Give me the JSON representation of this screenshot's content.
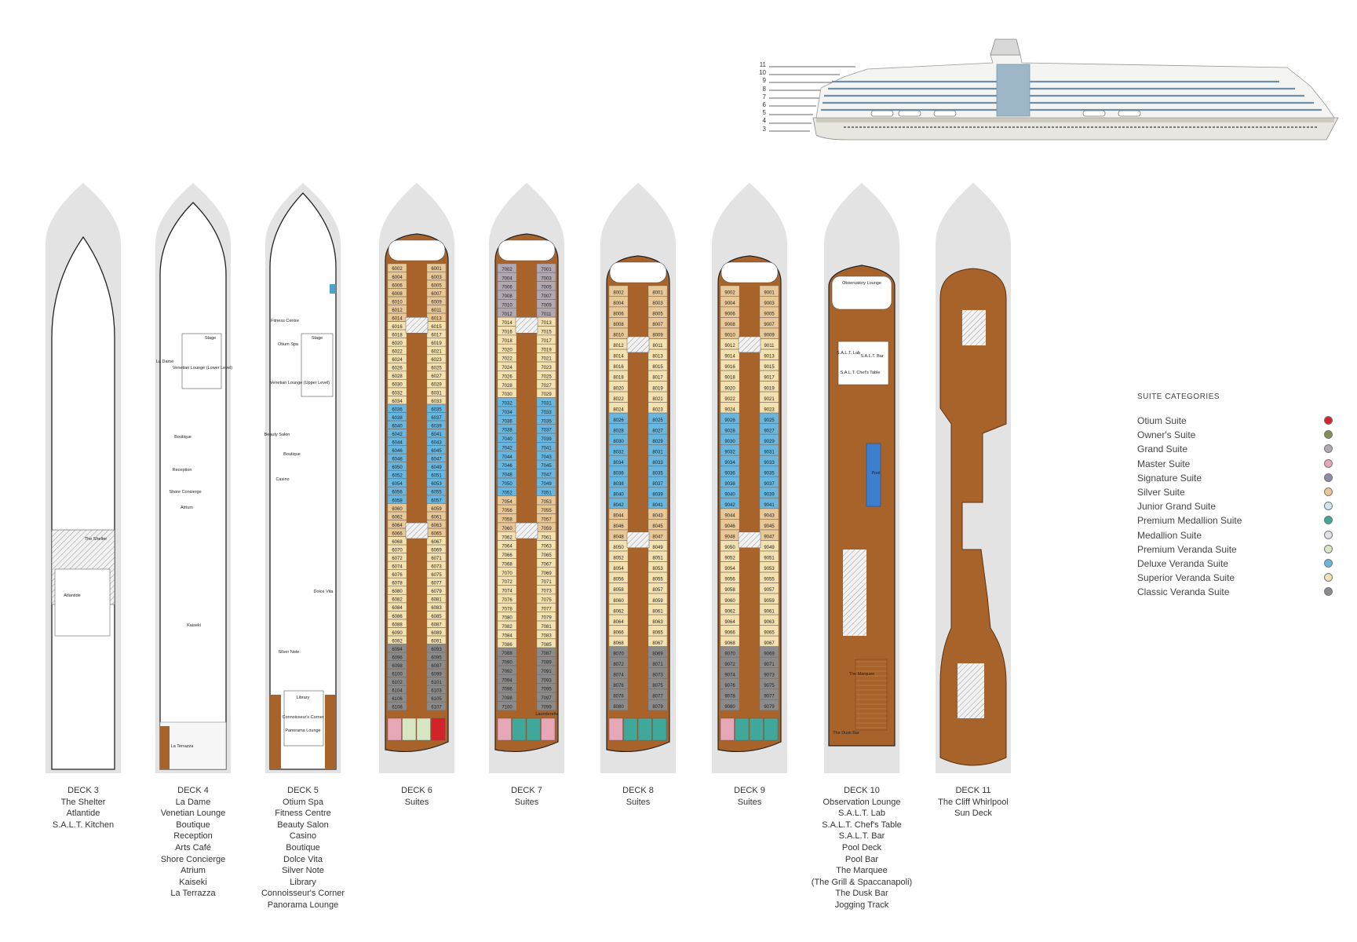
{
  "ship_deck_numbers": [
    "11",
    "10",
    "9",
    "8",
    "7",
    "6",
    "5",
    "4",
    "3"
  ],
  "decks": [
    {
      "id": "deck-3",
      "title": "DECK 3",
      "lines": [
        "The Shelter",
        "Atlantide",
        "S.A.L.T. Kitchen"
      ],
      "plan_labels": [
        "The Shelter",
        "Atlantide"
      ]
    },
    {
      "id": "deck-4",
      "title": "DECK 4",
      "lines": [
        "La Dame",
        "Venetian Lounge",
        "Boutique",
        "Reception",
        "Arts Café",
        "Shore Concierge",
        "Atrium",
        "Kaiseki",
        "La Terrazza"
      ],
      "plan_labels": [
        "Stage",
        "La Dame",
        "Venetian Lounge (Lower Level)",
        "Boutique",
        "Reception",
        "Shore Concierge",
        "Atrium",
        "Kaiseki",
        "La Terrazza"
      ]
    },
    {
      "id": "deck-5",
      "title": "DECK 5",
      "lines": [
        "Otium Spa",
        "Fitness Centre",
        "Beauty Salon",
        "Casino",
        "Boutique",
        "Dolce Vita",
        "Silver Note",
        "Library",
        "Connoisseur's Corner",
        "Panorama Lounge"
      ],
      "plan_labels": [
        "Fitness Centre",
        "Stage",
        "Otium Spa",
        "Venetian Lounge (Upper Level)",
        "Beauty Salon",
        "Boutique",
        "Casino",
        "Dolce Vita",
        "Silver Note",
        "Library",
        "Connoisseur's Corner",
        "Panorama Lounge"
      ]
    },
    {
      "id": "deck-6",
      "title": "DECK 6",
      "lines": [
        "Suites"
      ],
      "plan_labels": []
    },
    {
      "id": "deck-7",
      "title": "DECK 7",
      "lines": [
        "Suites"
      ],
      "plan_labels": [
        "Launderette"
      ]
    },
    {
      "id": "deck-8",
      "title": "DECK 8",
      "lines": [
        "Suites"
      ],
      "plan_labels": []
    },
    {
      "id": "deck-9",
      "title": "DECK 9",
      "lines": [
        "Suites"
      ],
      "plan_labels": []
    },
    {
      "id": "deck-10",
      "title": "DECK 10",
      "lines": [
        "Observation Lounge",
        "S.A.L.T. Lab",
        "S.A.L.T. Chef's Table",
        "S.A.L.T. Bar",
        "Pool Deck",
        "Pool Bar",
        "The Marquee",
        "(The Grill & Spaccanapoli)",
        "The Dusk Bar",
        "Jogging Track"
      ],
      "plan_labels": [
        "Observatory Lounge",
        "S.A.L.T. Lab",
        "S.A.L.T. Bar",
        "S.A.L.T. Chef's Table",
        "Pool",
        "The Marquee",
        "The Dusk Bar"
      ]
    },
    {
      "id": "deck-11",
      "title": "DECK 11",
      "lines": [
        "The Cliff Whirlpool",
        "Sun Deck"
      ],
      "plan_labels": []
    }
  ],
  "legend": {
    "title": "SUITE CATEGORIES",
    "items": [
      {
        "label": "Otium Suite",
        "color": "#d2232a"
      },
      {
        "label": "Owner's Suite",
        "color": "#7f8f5a"
      },
      {
        "label": "Grand Suite",
        "color": "#b2a8b3"
      },
      {
        "label": "Master Suite",
        "color": "#e8a7b6"
      },
      {
        "label": "Signature Suite",
        "color": "#8e89a8"
      },
      {
        "label": "Silver Suite",
        "color": "#e9c898"
      },
      {
        "label": "Junior Grand Suite",
        "color": "#cfe6f0"
      },
      {
        "label": "Premium Medallion Suite",
        "color": "#40a89a"
      },
      {
        "label": "Medallion Suite",
        "color": "#e3dfe6"
      },
      {
        "label": "Premium Veranda Suite",
        "color": "#d7e6c2"
      },
      {
        "label": "Deluxe Veranda Suite",
        "color": "#67b7e0"
      },
      {
        "label": "Superior Veranda Suite",
        "color": "#f3e1b0"
      },
      {
        "label": "Classic Veranda Suite",
        "color": "#8b8b8b"
      }
    ]
  },
  "suite_numbers": {
    "deck-6": {
      "port": [
        "6002",
        "6004",
        "6006",
        "6008",
        "6010",
        "6012",
        "6014",
        "6016",
        "6018",
        "6020",
        "6022",
        "6024",
        "6026",
        "6028",
        "6030",
        "6032",
        "6034",
        "6036",
        "6038",
        "6040",
        "6042",
        "6044",
        "6046",
        "6048",
        "6050",
        "6052",
        "6054",
        "6056",
        "6058",
        "6060",
        "6062",
        "6064",
        "6066",
        "6068",
        "6070",
        "6072",
        "6074",
        "6076",
        "6078",
        "6080",
        "6082",
        "6084",
        "6086",
        "6088",
        "6090",
        "6092",
        "6094",
        "6096",
        "6098",
        "6100",
        "6102",
        "6104",
        "6106",
        "6108"
      ],
      "starboard": [
        "6001",
        "6003",
        "6005",
        "6007",
        "6009",
        "6011",
        "6013",
        "6015",
        "6017",
        "6019",
        "6021",
        "6023",
        "6025",
        "6027",
        "6029",
        "6031",
        "6033",
        "6035",
        "6037",
        "6039",
        "6041",
        "6043",
        "6045",
        "6047",
        "6049",
        "6051",
        "6053",
        "6055",
        "6057",
        "6059",
        "6061",
        "6063",
        "6065",
        "6067",
        "6069",
        "6071",
        "6073",
        "6075",
        "6077",
        "6079",
        "6081",
        "6083",
        "6085",
        "6087",
        "6089",
        "6091",
        "6093",
        "6095",
        "6097",
        "6099",
        "6101",
        "6103",
        "6105",
        "6107"
      ]
    },
    "deck-7": {
      "port": [
        "7002",
        "7004",
        "7006",
        "7008",
        "7010",
        "7012",
        "7014",
        "7016",
        "7018",
        "7020",
        "7022",
        "7024",
        "7026",
        "7028",
        "7030",
        "7032",
        "7034",
        "7036",
        "7038",
        "7040",
        "7042",
        "7044",
        "7046",
        "7048",
        "7050",
        "7052",
        "7054",
        "7056",
        "7058",
        "7060",
        "7062",
        "7064",
        "7066",
        "7068",
        "7070",
        "7072",
        "7074",
        "7076",
        "7078",
        "7080",
        "7082",
        "7084",
        "7086",
        "7088",
        "7090",
        "7092",
        "7094",
        "7096",
        "7098",
        "7100"
      ],
      "starboard": [
        "7001",
        "7003",
        "7005",
        "7007",
        "7009",
        "7011",
        "7013",
        "7015",
        "7017",
        "7019",
        "7021",
        "7023",
        "7025",
        "7027",
        "7029",
        "7031",
        "7033",
        "7035",
        "7037",
        "7039",
        "7041",
        "7043",
        "7045",
        "7047",
        "7049",
        "7051",
        "7053",
        "7055",
        "7057",
        "7059",
        "7061",
        "7063",
        "7065",
        "7067",
        "7069",
        "7071",
        "7073",
        "7075",
        "7077",
        "7079",
        "7081",
        "7083",
        "7085",
        "7087",
        "7089",
        "7091",
        "7093",
        "7095",
        "7097",
        "7099"
      ]
    },
    "deck-8": {
      "port": [
        "8002",
        "8004",
        "8006",
        "8008",
        "8010",
        "8012",
        "8014",
        "8016",
        "8018",
        "8020",
        "8022",
        "8024",
        "8026",
        "8028",
        "8030",
        "8032",
        "8034",
        "8036",
        "8038",
        "8040",
        "8042",
        "8044",
        "8046",
        "8048",
        "8050",
        "8052",
        "8054",
        "8056",
        "8058",
        "8060",
        "8062",
        "8064",
        "8066",
        "8068",
        "8070",
        "8072",
        "8074",
        "8076",
        "8078",
        "8080"
      ],
      "starboard": [
        "8001",
        "8003",
        "8005",
        "8007",
        "8009",
        "8011",
        "8013",
        "8015",
        "8017",
        "8019",
        "8021",
        "8023",
        "8025",
        "8027",
        "8029",
        "8031",
        "8033",
        "8035",
        "8037",
        "8039",
        "8041",
        "8043",
        "8045",
        "8047",
        "8049",
        "8051",
        "8053",
        "8055",
        "8057",
        "8059",
        "8061",
        "8063",
        "8065",
        "8067",
        "8069",
        "8071",
        "8073",
        "8075",
        "8077",
        "8079"
      ]
    },
    "deck-9": {
      "port": [
        "9002",
        "9004",
        "9006",
        "9008",
        "9010",
        "9012",
        "9014",
        "9016",
        "9018",
        "9020",
        "9022",
        "9024",
        "9026",
        "9028",
        "9030",
        "9032",
        "9034",
        "9036",
        "9038",
        "9040",
        "9042",
        "9044",
        "9046",
        "9048",
        "9050",
        "9052",
        "9054",
        "9056",
        "9058",
        "9060",
        "9062",
        "9064",
        "9066",
        "9068",
        "9070",
        "9072",
        "9074",
        "9076",
        "9078",
        "9080"
      ],
      "starboard": [
        "9001",
        "9003",
        "9005",
        "9007",
        "9009",
        "9011",
        "9013",
        "9015",
        "9017",
        "9019",
        "9021",
        "9023",
        "9025",
        "9027",
        "9029",
        "9031",
        "9033",
        "9035",
        "9037",
        "9039",
        "9041",
        "9043",
        "9045",
        "9047",
        "9049",
        "9051",
        "9053",
        "9055",
        "9057",
        "9059",
        "9061",
        "9063",
        "9065",
        "9067",
        "9069",
        "9071",
        "9073",
        "9075",
        "9077",
        "9079"
      ]
    }
  }
}
